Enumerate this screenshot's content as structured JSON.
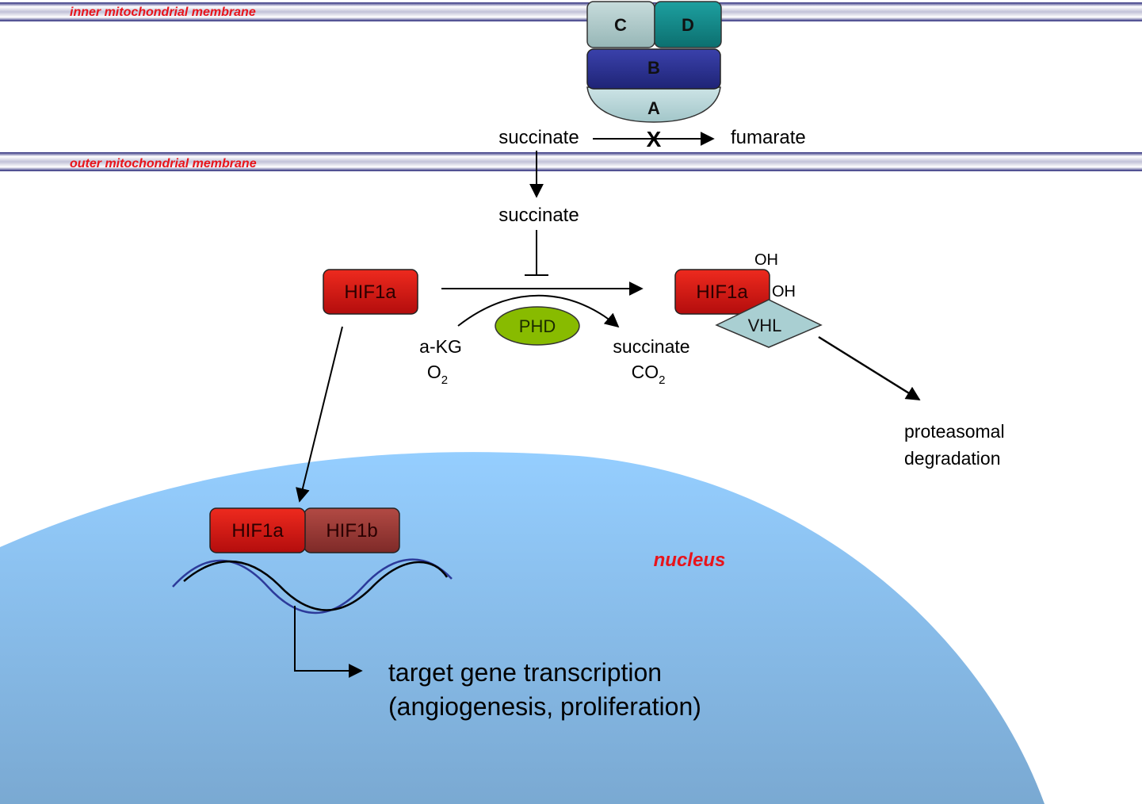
{
  "membranes": {
    "inner": "inner mitochondrial membrane",
    "outer": "outer mitochondrial membrane"
  },
  "sdh_complex": {
    "subunit_a": "A",
    "subunit_b": "B",
    "subunit_c": "C",
    "subunit_d": "D"
  },
  "mito_reaction": {
    "substrate": "succinate",
    "product": "fumarate",
    "block_mark": "X"
  },
  "cytosol": {
    "succinate": "succinate",
    "hif1a_free": "HIF1a",
    "hif1a_hydroxylated": "HIF1a",
    "oh_top": "OH",
    "oh_right": "OH",
    "vhl": "VHL",
    "phd": "PHD",
    "cofactor_akg": "a-KG",
    "cofactor_o2": "O",
    "cofactor_o2_sub": "2",
    "byproduct_succinate": "succinate",
    "byproduct_co2": "CO",
    "byproduct_co2_sub": "2",
    "degradation_line1": "proteasomal",
    "degradation_line2": "degradation"
  },
  "nucleus": {
    "label": "nucleus",
    "hif1a": "HIF1a",
    "hif1b": "HIF1b",
    "outcome_line1": "target gene transcription",
    "outcome_line2": "(angiogenesis, proliferation)"
  },
  "colors": {
    "membrane_label": "#e8141b",
    "hif1a": "#d21414",
    "hif1b": "#9a3530",
    "phd": "#88bb00",
    "vhl": "#a9cfd2",
    "subunit_a": "#b9d6d8",
    "subunit_b": "#2b3195",
    "subunit_c": "#aec9c9",
    "subunit_d": "#158a8a",
    "nucleus": "#8cc3ee"
  }
}
